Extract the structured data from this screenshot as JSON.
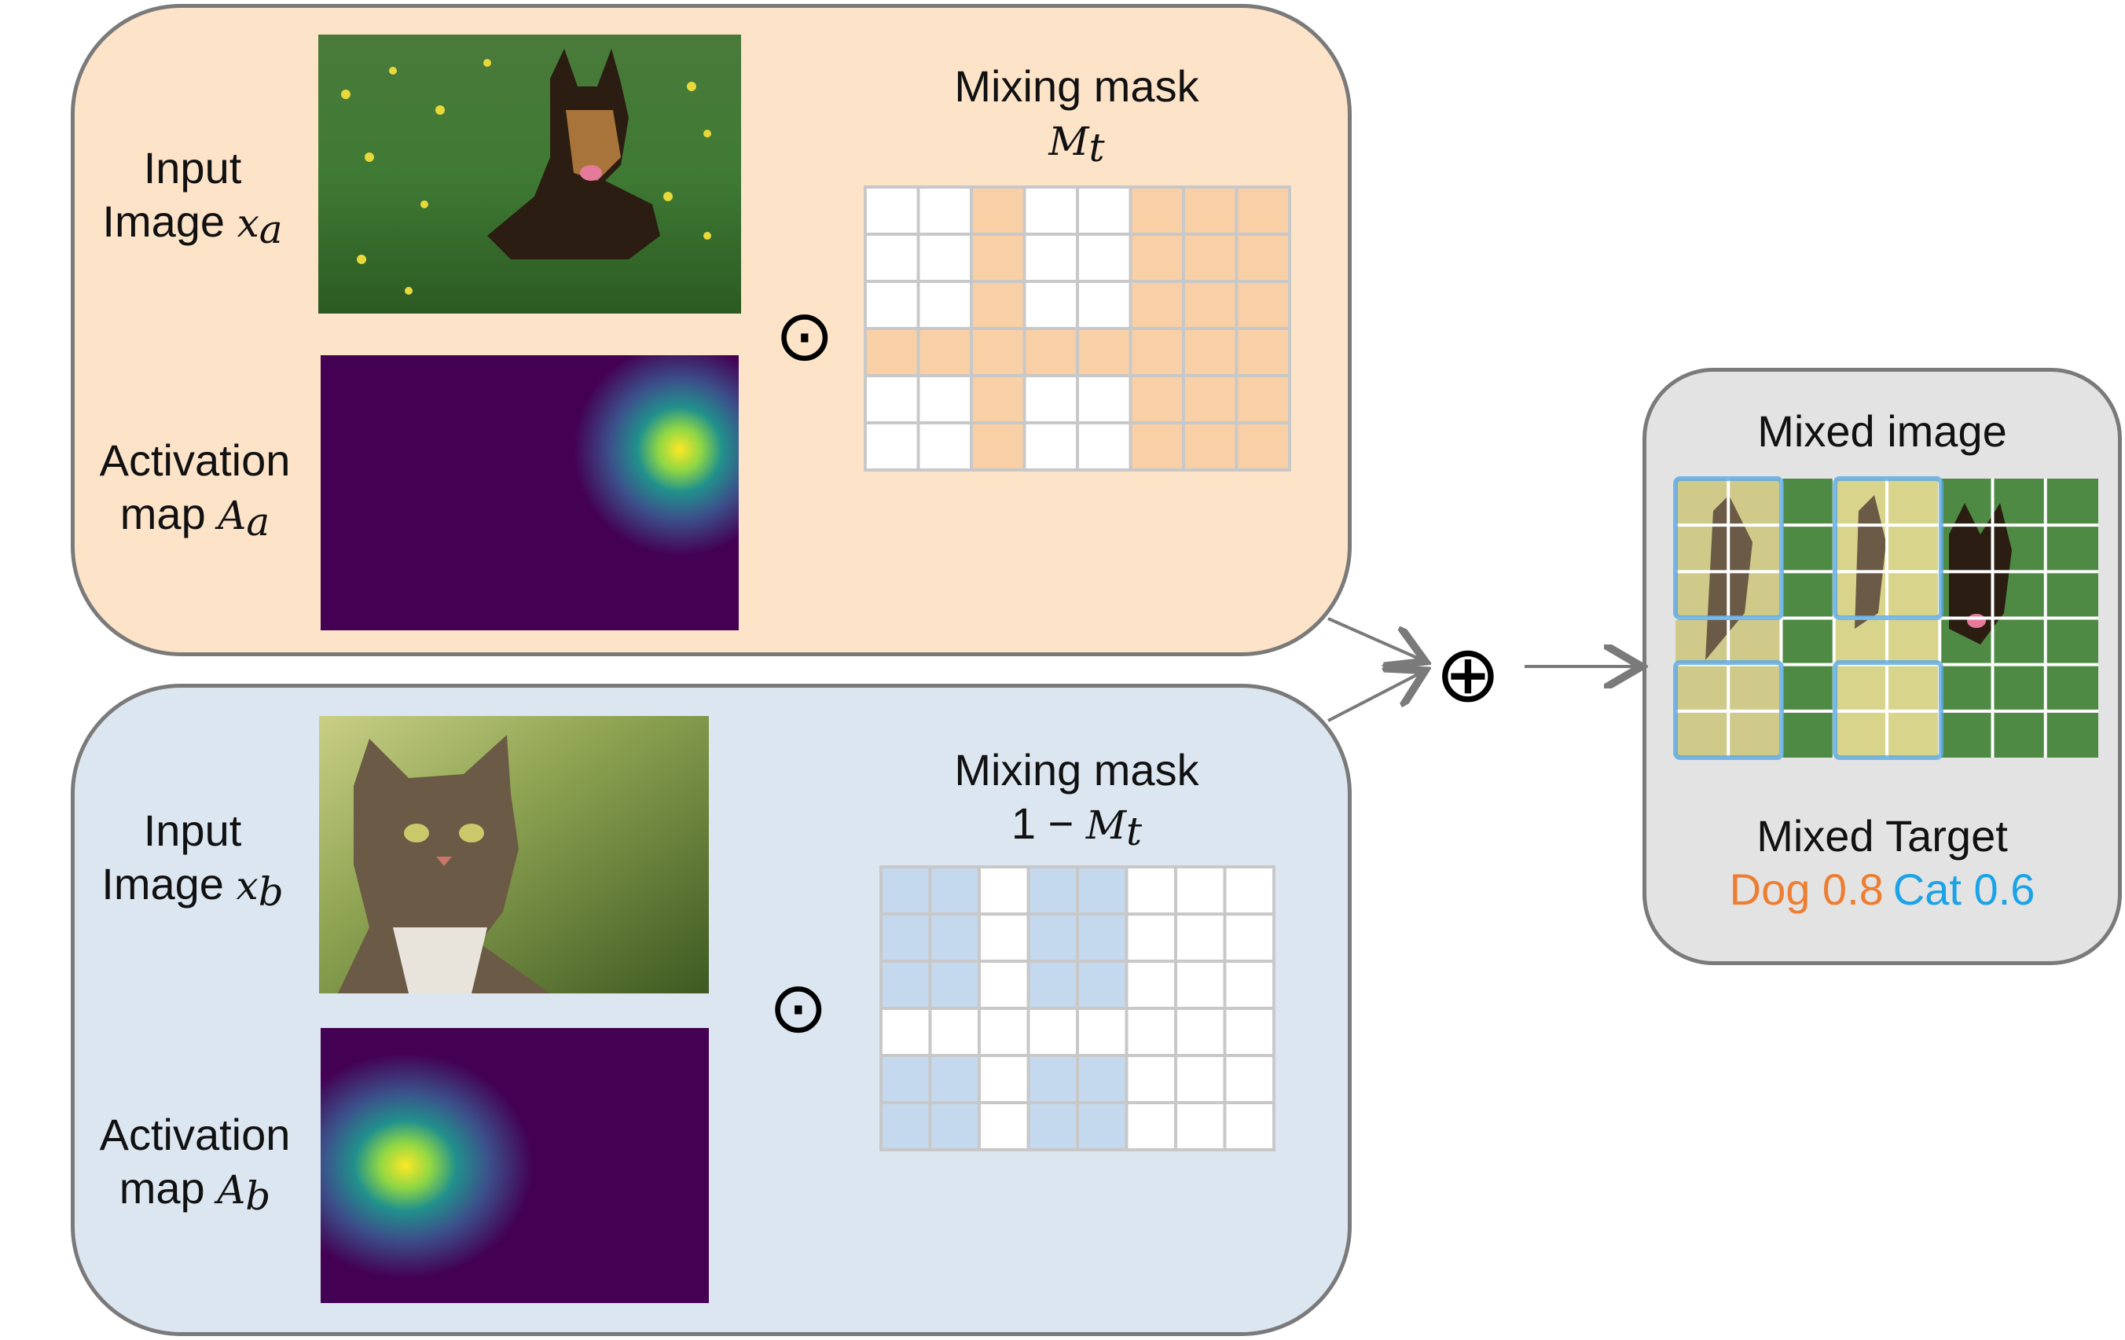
{
  "panel_a": {
    "input_label_line1": "Input",
    "input_label_line2": "Image",
    "input_var": "x",
    "input_sub": "a",
    "activation_line1": "Activation",
    "activation_line2": "map",
    "activation_var": "A",
    "activation_sub": "a",
    "mask_title": "Mixing mask",
    "mask_var": "M",
    "mask_sub": "t",
    "mask_color": "#f9cfa6",
    "mask_rows": [
      [
        0,
        0,
        1,
        0,
        0,
        1,
        1,
        1
      ],
      [
        0,
        0,
        1,
        0,
        0,
        1,
        1,
        1
      ],
      [
        0,
        0,
        1,
        0,
        0,
        1,
        1,
        1
      ],
      [
        1,
        1,
        1,
        1,
        1,
        1,
        1,
        1
      ],
      [
        0,
        0,
        1,
        0,
        0,
        1,
        1,
        1
      ],
      [
        0,
        0,
        1,
        0,
        0,
        1,
        1,
        1
      ]
    ],
    "operator": "⊙"
  },
  "panel_b": {
    "input_label_line1": "Input",
    "input_label_line2": "Image",
    "input_var": "x",
    "input_sub": "b",
    "activation_line1": "Activation",
    "activation_line2": "map",
    "activation_var": "A",
    "activation_sub": "b",
    "mask_title": "Mixing mask",
    "mask_prefix": "1 − ",
    "mask_var": "M",
    "mask_sub": "t",
    "mask_color": "#c5d9ee",
    "mask_rows": [
      [
        1,
        1,
        0,
        1,
        1,
        0,
        0,
        0
      ],
      [
        1,
        1,
        0,
        1,
        1,
        0,
        0,
        0
      ],
      [
        1,
        1,
        0,
        1,
        1,
        0,
        0,
        0
      ],
      [
        0,
        0,
        0,
        0,
        0,
        0,
        0,
        0
      ],
      [
        1,
        1,
        0,
        1,
        1,
        0,
        0,
        0
      ],
      [
        1,
        1,
        0,
        1,
        1,
        0,
        0,
        0
      ]
    ],
    "operator": "⊙"
  },
  "combine_operator": "⊕",
  "output": {
    "title": "Mixed image",
    "target_title": "Mixed Target",
    "dog_label": "Dog 0.8",
    "cat_label": "Cat 0.6",
    "dog_color": "#ed7d31",
    "cat_color": "#1aa3e8"
  },
  "colors": {
    "panel_a_bg": "#fde3c8",
    "panel_b_bg": "#dce6f1",
    "output_bg": "#e3e3e3",
    "border": "#7a7a7a",
    "viridis_low": "#440154",
    "viridis_high": "#fde725"
  },
  "images": {
    "dog_photo": "german-shepherd-in-grass-photo",
    "cat_photo": "tabby-cat-in-grass-photo",
    "activation_a": "heatmap-dog",
    "activation_b": "heatmap-cat",
    "mixed": "mixed-dog-cat-photo"
  }
}
